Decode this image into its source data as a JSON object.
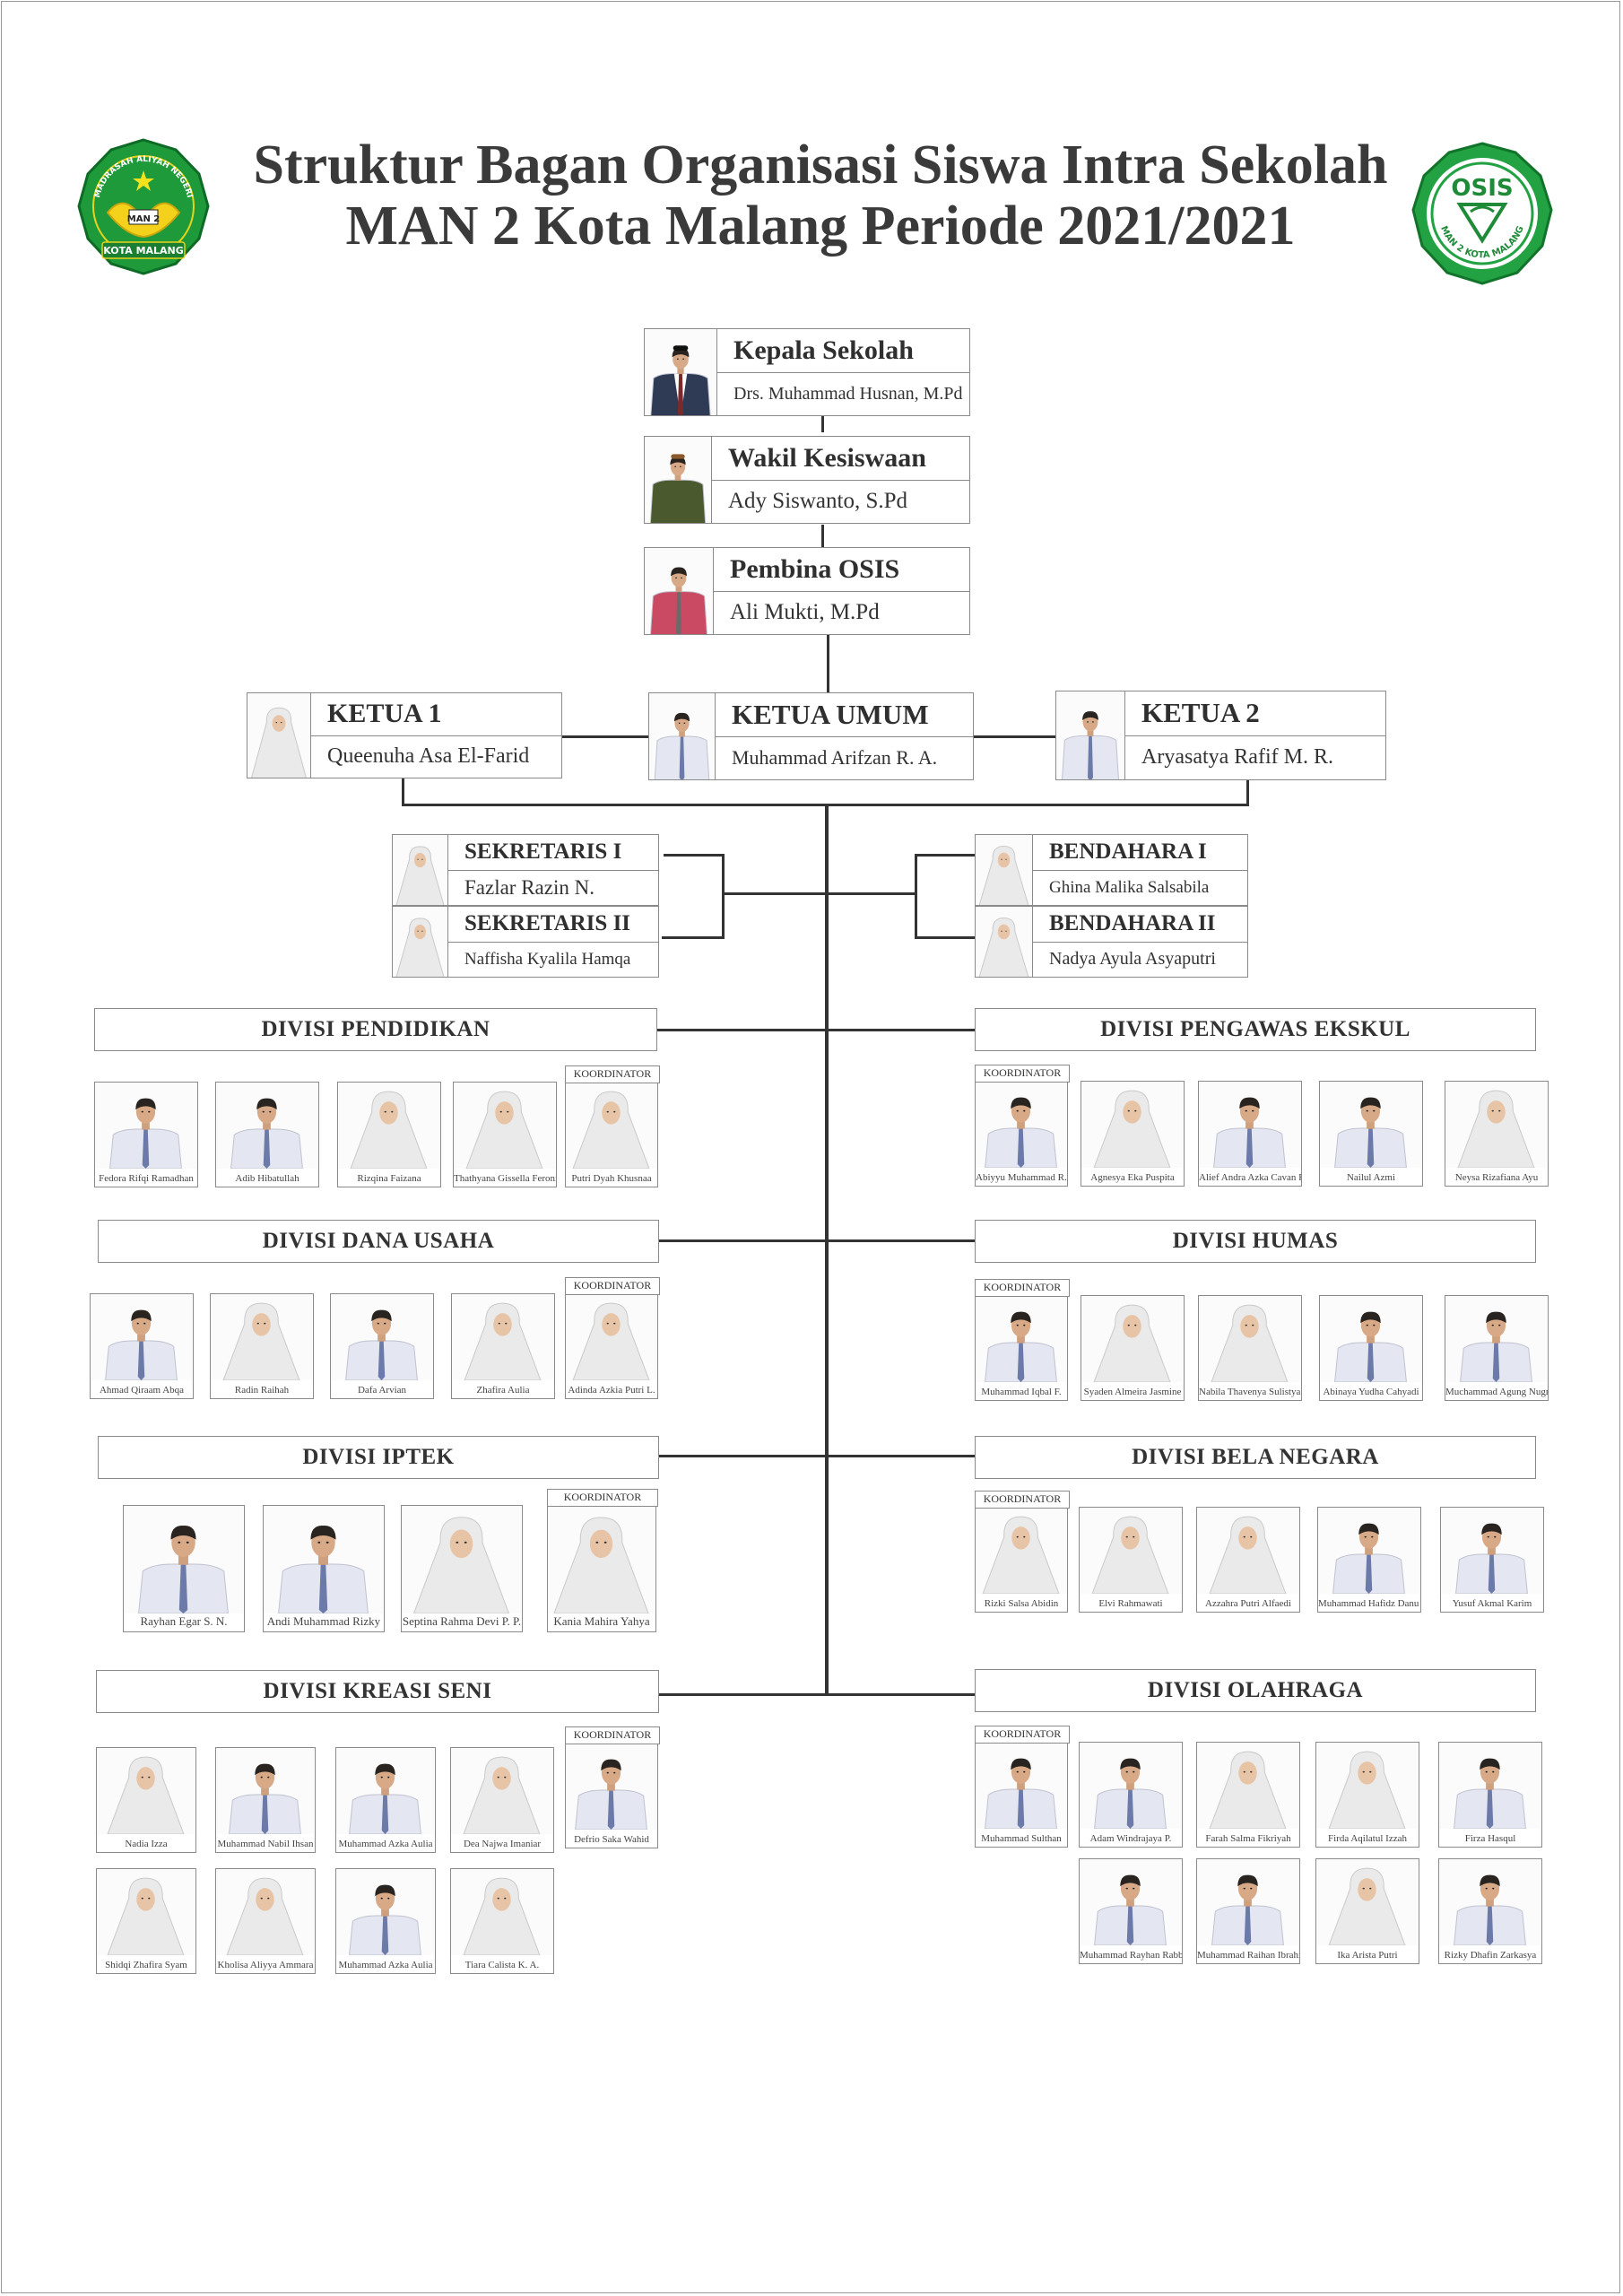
{
  "header": {
    "title_line1": "Struktur Bagan Organisasi Siswa Intra Sekolah",
    "title_line2": "MAN 2 Kota Malang Periode 2021/2021",
    "logo_left": {
      "arc_text": "MADRASAH ALIYAH NEGERI",
      "badge": "MAN 2",
      "ribbon": "KOTA MALANG"
    },
    "logo_right": {
      "word": "OSIS",
      "ring_text": "MAN 2 KOTA MALANG"
    }
  },
  "leaders": [
    {
      "id": "kepala",
      "role": "Kepala Sekolah",
      "name": "Drs. Muhammad Husnan, M.Pd",
      "photo": "male-suit"
    },
    {
      "id": "wakil",
      "role": "Wakil Kesiswaan",
      "name": "Ady Siswanto, S.Pd",
      "photo": "male-batik"
    },
    {
      "id": "pembina",
      "role": "Pembina OSIS",
      "name": "Ali Mukti, M.Pd",
      "photo": "male-red"
    },
    {
      "id": "ketua1",
      "role": "KETUA 1",
      "name": "Queenuha Asa El-Farid",
      "photo": "female"
    },
    {
      "id": "ketuaumum",
      "role": "KETUA UMUM",
      "name": "Muhammad Arifzan R. A.",
      "photo": "male"
    },
    {
      "id": "ketua2",
      "role": "KETUA 2",
      "name": "Aryasatya Rafif M. R.",
      "photo": "male"
    },
    {
      "id": "sek1",
      "role": "SEKRETARIS I",
      "name": "Fazlar Razin N.",
      "photo": "female"
    },
    {
      "id": "sek2",
      "role": "SEKRETARIS II",
      "name": "Naffisha Kyalila Hamqa",
      "photo": "female"
    },
    {
      "id": "ben1",
      "role": "BENDAHARA I",
      "name": "Ghina Malika Salsabila",
      "photo": "female"
    },
    {
      "id": "ben2",
      "role": "BENDAHARA II",
      "name": "Nadya Ayula Asyaputri",
      "photo": "female"
    }
  ],
  "koordinator_label": "KOORDINATOR",
  "divisions": [
    {
      "id": "pendidikan",
      "title": "DIVISI PENDIDIKAN",
      "members": [
        {
          "name": "Fedora Rifqi Ramadhan",
          "photo": "male"
        },
        {
          "name": "Adib Hibatullah",
          "photo": "male"
        },
        {
          "name": "Rizqina Faizana",
          "photo": "female"
        },
        {
          "name": "Thathyana Gissella Feroni P.",
          "photo": "female"
        },
        {
          "name": "Putri Dyah Khusnaa",
          "photo": "female",
          "koordinator": true
        }
      ]
    },
    {
      "id": "pengawas",
      "title": "DIVISI PENGAWAS EKSKUL",
      "members": [
        {
          "name": "Abiyyu Muhammad R.W.",
          "photo": "male",
          "koordinator": true
        },
        {
          "name": "Agnesya Eka Puspita",
          "photo": "female"
        },
        {
          "name": "Alief Andra Azka Cavan R.",
          "photo": "male"
        },
        {
          "name": "Nailul Azmi",
          "photo": "male"
        },
        {
          "name": "Neysa Rizafiana Ayu",
          "photo": "female"
        }
      ]
    },
    {
      "id": "danausaha",
      "title": "DIVISI DANA USAHA",
      "members": [
        {
          "name": "Ahmad Qiraam Abqa",
          "photo": "male"
        },
        {
          "name": "Radin Raihah",
          "photo": "female"
        },
        {
          "name": "Dafa Arvian",
          "photo": "male"
        },
        {
          "name": "Zhafira Aulia",
          "photo": "female"
        },
        {
          "name": "Adinda Azkia Putri L.",
          "photo": "female",
          "koordinator": true
        }
      ]
    },
    {
      "id": "humas",
      "title": "DIVISI HUMAS",
      "members": [
        {
          "name": "Muhammad Iqbal F.",
          "photo": "male",
          "koordinator": true
        },
        {
          "name": "Syaden Almeira Jasmine",
          "photo": "female"
        },
        {
          "name": "Nabila Thavenya Sulistya P.",
          "photo": "female"
        },
        {
          "name": "Abinaya Yudha Cahyadi",
          "photo": "male"
        },
        {
          "name": "Muchammad Agung Nugroho",
          "photo": "male"
        }
      ]
    },
    {
      "id": "iptek",
      "title": "DIVISI IPTEK",
      "members": [
        {
          "name": "Rayhan Egar S. N.",
          "photo": "male"
        },
        {
          "name": "Andi Muhammad Rizky",
          "photo": "male"
        },
        {
          "name": "Septina Rahma Devi P. P.",
          "photo": "female"
        },
        {
          "name": "Kania Mahira Yahya",
          "photo": "female",
          "koordinator": true
        }
      ]
    },
    {
      "id": "belanegara",
      "title": "DIVISI BELA NEGARA",
      "members": [
        {
          "name": "Rizki Salsa Abidin",
          "photo": "female",
          "koordinator": true
        },
        {
          "name": "Elvi Rahmawati",
          "photo": "female"
        },
        {
          "name": "Azzahra Putri Alfaedi",
          "photo": "female"
        },
        {
          "name": "Muhammad Hafidz Danu A.",
          "photo": "male"
        },
        {
          "name": "Yusuf Akmal Karim",
          "photo": "male"
        }
      ]
    },
    {
      "id": "kreasiseni",
      "title": "DIVISI KREASI SENI",
      "members": [
        {
          "name": "Nadia Izza",
          "photo": "female"
        },
        {
          "name": "Muhammad Nabil Ihsan",
          "photo": "male"
        },
        {
          "name": "Muhammad Azka Aulia",
          "photo": "male"
        },
        {
          "name": "Dea Najwa Imaniar",
          "photo": "female"
        },
        {
          "name": "Defrio Saka Wahid",
          "photo": "male",
          "koordinator": true
        },
        {
          "name": "Shidqi Zhafira Syam",
          "photo": "female"
        },
        {
          "name": "Kholisa Aliyya Ammara",
          "photo": "female"
        },
        {
          "name": "Muhammad Azka Aulia",
          "photo": "male"
        },
        {
          "name": "Tiara Calista K. A.",
          "photo": "female"
        }
      ]
    },
    {
      "id": "olahraga",
      "title": "DIVISI OLAHRAGA",
      "members": [
        {
          "name": "Muhammad Sulthan",
          "photo": "male",
          "koordinator": true
        },
        {
          "name": "Adam Windrajaya P.",
          "photo": "male"
        },
        {
          "name": "Farah Salma Fikriyah",
          "photo": "female"
        },
        {
          "name": "Firda Aqilatul Izzah",
          "photo": "female"
        },
        {
          "name": "Firza Hasqul",
          "photo": "male"
        },
        {
          "name": "Muhammad Rayhan Rabbani",
          "photo": "male"
        },
        {
          "name": "Muhammad Raihan Ibrahim",
          "photo": "male"
        },
        {
          "name": "Ika Arista Putri",
          "photo": "female"
        },
        {
          "name": "Rizky Dhafin Zarkasya",
          "photo": "male"
        }
      ]
    }
  ]
}
